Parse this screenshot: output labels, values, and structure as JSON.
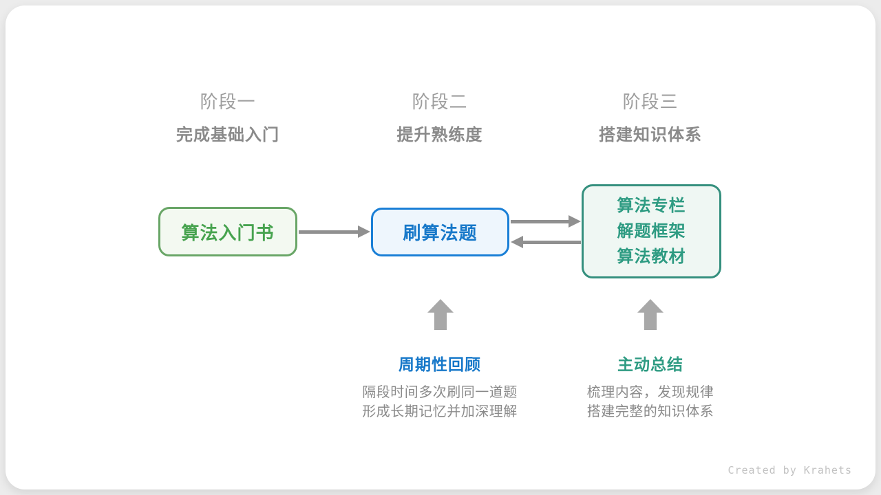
{
  "canvas": {
    "outer_bg_color": "#ececec",
    "card_bg_color": "#ffffff"
  },
  "stages": [
    {
      "label": "阶段一",
      "subtitle": "完成基础入门"
    },
    {
      "label": "阶段二",
      "subtitle": "提升熟练度"
    },
    {
      "label": "阶段三",
      "subtitle": "搭建知识体系"
    }
  ],
  "nodes": [
    {
      "id": "intro-book",
      "lines": [
        "算法入门书"
      ],
      "text_color": "#47a34f",
      "border_color": "#69a667",
      "bg_color": "#f3f9f1"
    },
    {
      "id": "practice",
      "lines": [
        "刷算法题"
      ],
      "text_color": "#1778c9",
      "border_color": "#1a7fd6",
      "bg_color": "#eef6fd"
    },
    {
      "id": "resources",
      "lines": [
        "算法专栏",
        "解题框架",
        "算法教材"
      ],
      "text_color": "#2e9b82",
      "border_color": "#35907e",
      "bg_color": "#eff7f3"
    }
  ],
  "connectors": {
    "arrow_color": "#909090",
    "up_arrow_color": "#a8a8a8"
  },
  "annotations": [
    {
      "title": "周期性回顾",
      "title_color": "#1778c9",
      "desc_line1": "隔段时间多次刷同一道题",
      "desc_line2": "形成长期记忆并加深理解"
    },
    {
      "title": "主动总结",
      "title_color": "#2e9b82",
      "desc_line1": "梳理内容，发现规律",
      "desc_line2": "搭建完整的知识体系"
    }
  ],
  "credit": "Created by Krahets"
}
